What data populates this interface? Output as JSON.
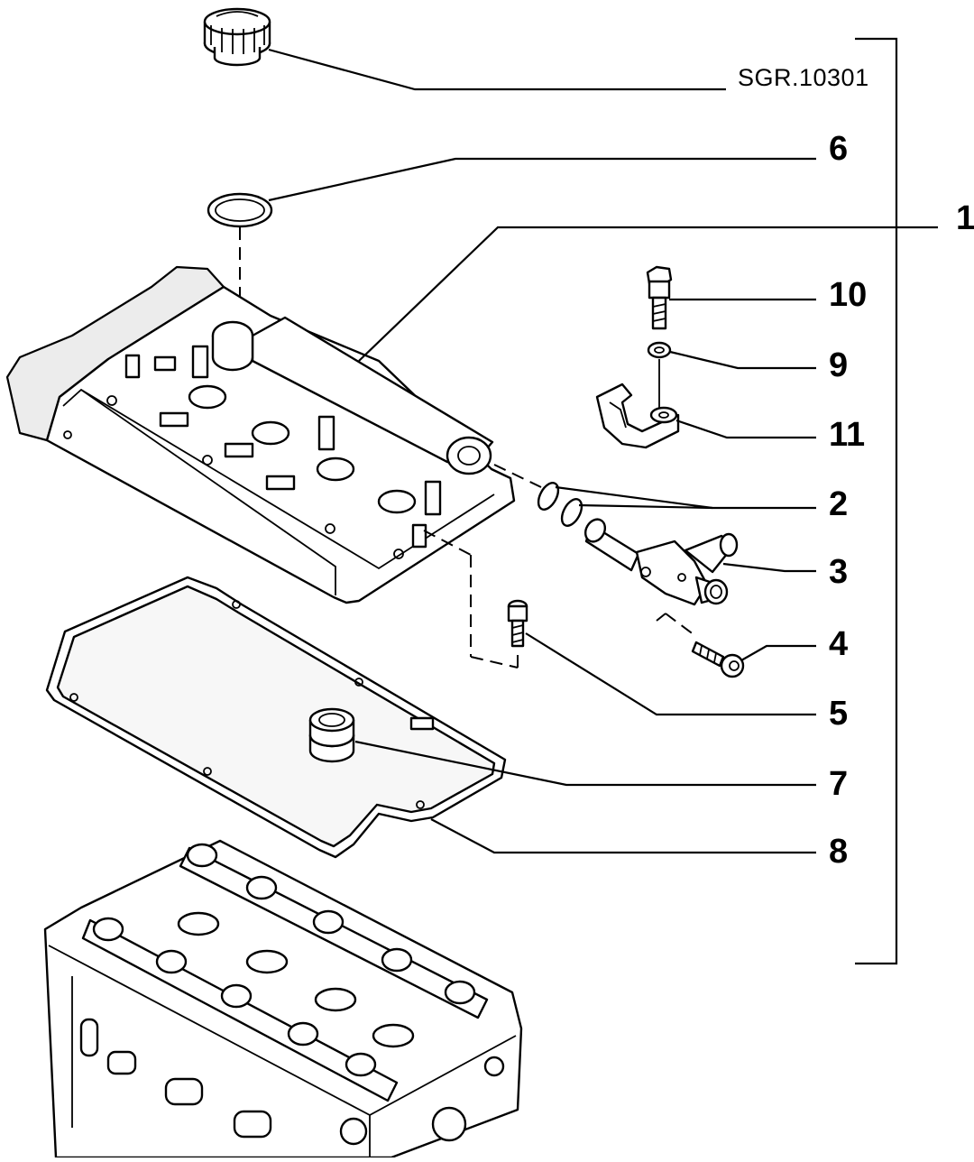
{
  "diagram": {
    "reference_code": "SGR.10301",
    "callouts": [
      {
        "id": "callout-1",
        "text": "1"
      },
      {
        "id": "callout-2",
        "text": "2"
      },
      {
        "id": "callout-3",
        "text": "3"
      },
      {
        "id": "callout-4",
        "text": "4"
      },
      {
        "id": "callout-5",
        "text": "5"
      },
      {
        "id": "callout-6",
        "text": "6"
      },
      {
        "id": "callout-7",
        "text": "7"
      },
      {
        "id": "callout-8",
        "text": "8"
      },
      {
        "id": "callout-9",
        "text": "9"
      },
      {
        "id": "callout-10",
        "text": "10"
      },
      {
        "id": "callout-11",
        "text": "11"
      }
    ]
  }
}
